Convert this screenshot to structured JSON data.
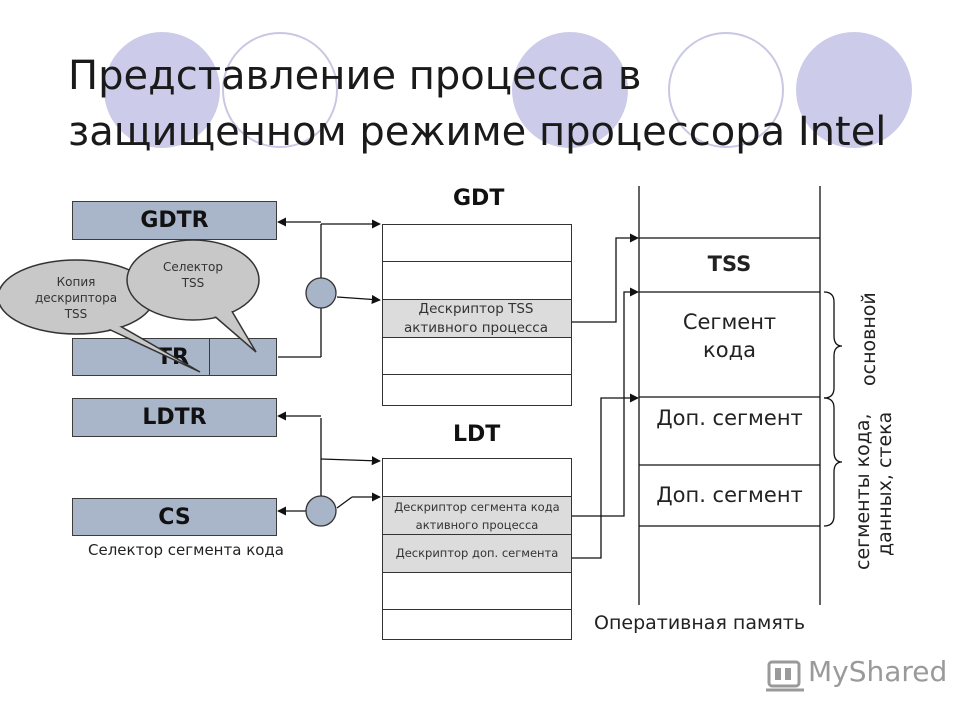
{
  "title": {
    "line1": "Представление процесса в",
    "line2": "защищенном режиме процессора Intel"
  },
  "registers": {
    "gdtr": "GDTR",
    "tr": "TR",
    "ldtr": "LDTR",
    "cs": "CS"
  },
  "bubbles": {
    "copy": "Копия дескриптора TSS",
    "selector": "Селектор TSS"
  },
  "gdt": {
    "label": "GDT",
    "descriptor": "Дескриптор TSS активного процесса"
  },
  "ldt": {
    "label": "LDT",
    "code_descriptor": "Дескриптор сегмента кода активного процесса",
    "extra_descriptor": "Дескриптор доп. сегмента"
  },
  "memory": {
    "tss": "TSS",
    "code_segment": "Сегмент кода",
    "extra_segment_1": "Доп. сегмент",
    "extra_segment_2": "Доп. сегмент",
    "caption": "Оперативная память"
  },
  "braces": {
    "main": "основной",
    "other_line1": "сегменты кода,",
    "other_line2": "данных, стека"
  },
  "cs_caption": "Селектор сегмента кода",
  "logo": {
    "text": "MyShared"
  },
  "colors": {
    "register_fill": "#a9b5c8",
    "highlight_fill": "#dcdcdc",
    "decor_circle": "#ccccea",
    "bubble_fill": "#c8c8c8",
    "node_fill": "#a8b4c8"
  }
}
